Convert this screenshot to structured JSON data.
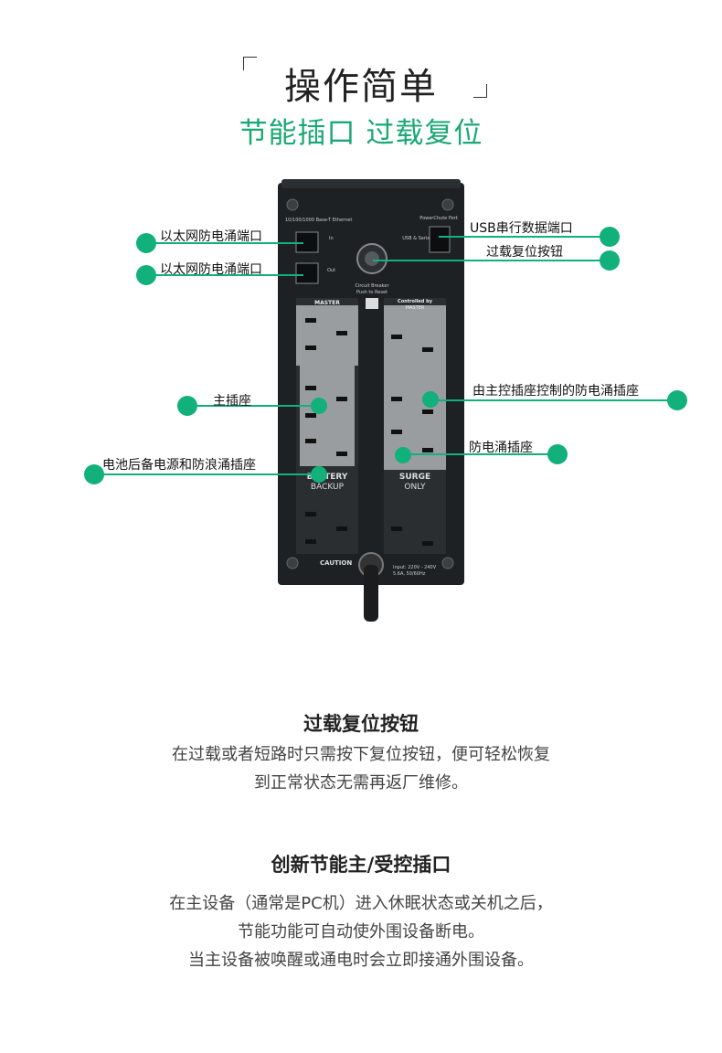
{
  "header": {
    "title": "操作简单",
    "subtitle": "节能插口 过载复位"
  },
  "callouts": {
    "ethernet_in": "以太网防电涌端口",
    "ethernet_out": "以太网防电涌端口",
    "usb": "USB串行数据端口",
    "reset": "过载复位按钮",
    "master": "主插座",
    "controlled": "由主控插座控制的防电涌插座",
    "surge": "防电涌插座",
    "battery": "电池后备电源和防浪涌插座"
  },
  "device_labels": {
    "ethernet": "10/100/1000 Base-T Ethernet",
    "in": "In",
    "out": "Out",
    "usb_port": "PowerChute Port",
    "usb_serial": "USB & Serial",
    "breaker": "Circuit Breaker",
    "push_reset": "Push to Reset",
    "master": "MASTER",
    "controlled_by": "Controlled by",
    "controlled_master": "MASTER",
    "battery": "BATTERY",
    "backup": "BACKUP",
    "surge": "SURGE",
    "only": "ONLY",
    "caution": "CAUTION",
    "input": "Input: 220V - 240V",
    "rating": "5.6A, 50/60Hz"
  },
  "sections": [
    {
      "title": "过载复位按钮",
      "lines": [
        "在过载或者短路时只需按下复位按钮，便可轻松恢复",
        "到正常状态无需再返厂维修。"
      ]
    },
    {
      "title": "创新节能主/受控插口",
      "lines": [
        "在主设备（通常是PC机）进入休眠状态或关机之后，",
        "节能功能可自动使外围设备断电。",
        "当主设备被唤醒或通电时会立即接通外围设备。"
      ]
    }
  ],
  "colors": {
    "accent": "#12b07a",
    "device_body": "#1f2326",
    "panel": "#9a9d9f"
  }
}
